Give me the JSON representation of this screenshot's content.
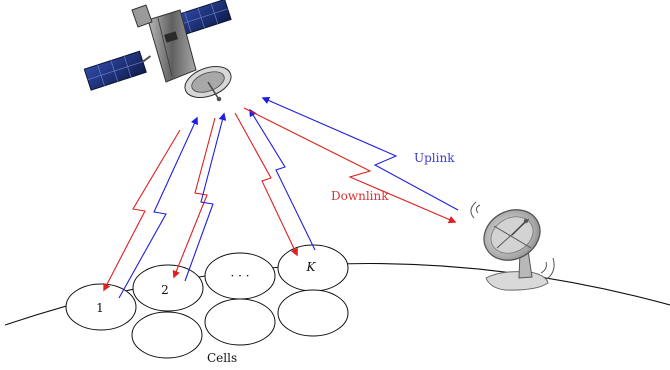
{
  "labels": {
    "uplink": "Uplink",
    "downlink": "Downlink",
    "cells": "Cells",
    "cell_1": "1",
    "cell_2": "2",
    "cell_dots": "· · ·",
    "cell_k": "K"
  },
  "colors": {
    "uplink": "#1f1fe0",
    "downlink": "#e01f1f",
    "outline": "#111111",
    "satellite_panel": "#1a2a66",
    "satellite_body": "#7d7d7d",
    "dish": "#9b9b9b"
  },
  "icons": {
    "satellite": "satellite-icon",
    "ground_station": "satellite-dish-icon"
  }
}
